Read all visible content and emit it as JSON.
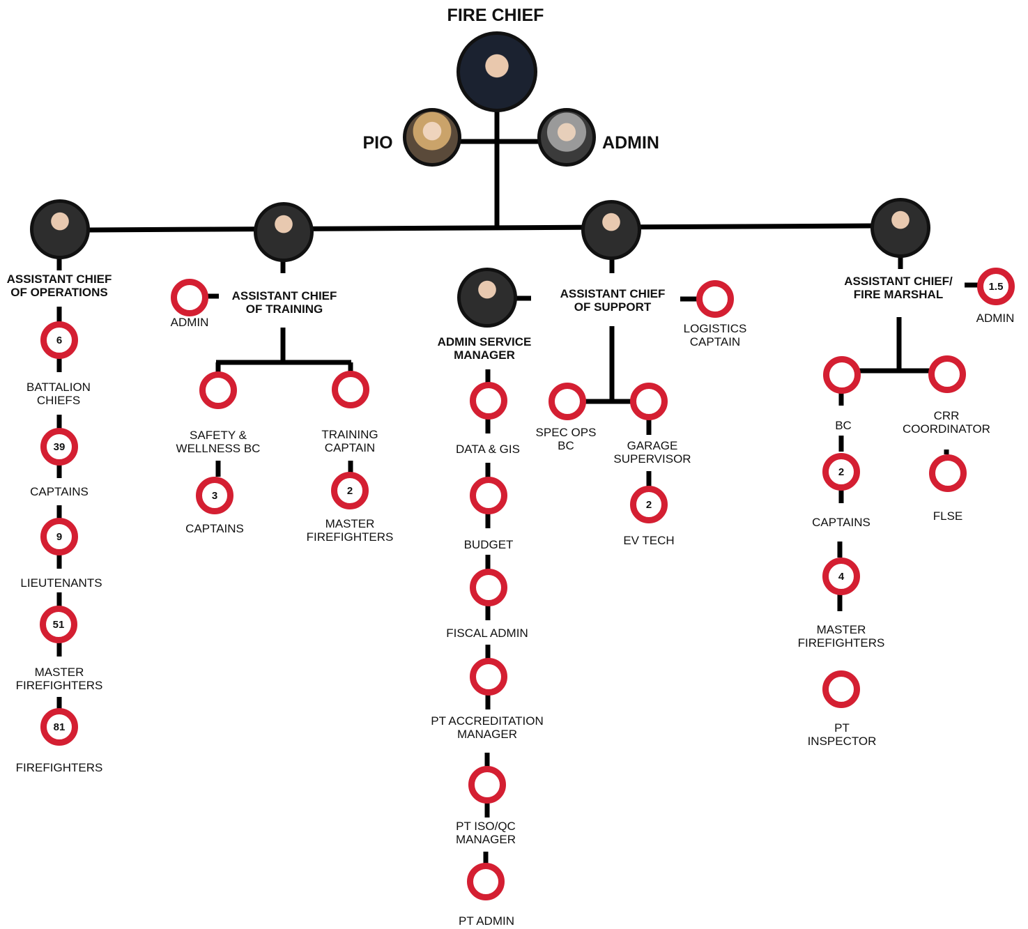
{
  "chief": {
    "title": "FIRE CHIEF"
  },
  "pio": {
    "label": "PIO"
  },
  "chief_admin": {
    "label": "ADMIN"
  },
  "ops": {
    "title_line1": "ASSISTANT CHIEF",
    "title_line2": "OF OPERATIONS",
    "units": [
      {
        "count": "6",
        "line1": "BATTALION",
        "line2": "CHIEFS"
      },
      {
        "count": "39",
        "line1": "CAPTAINS",
        "line2": ""
      },
      {
        "count": "9",
        "line1": "LIEUTENANTS",
        "line2": ""
      },
      {
        "count": "51",
        "line1": "MASTER",
        "line2": "FIREFIGHTERS"
      },
      {
        "count": "81",
        "line1": "FIREFIGHTERS",
        "line2": ""
      }
    ]
  },
  "training": {
    "title_line1": "ASSISTANT CHIEF",
    "title_line2": "OF TRAINING",
    "admin_label": "ADMIN",
    "safety_line1": "SAFETY &",
    "safety_line2": "WELLNESS BC",
    "safety_count": "3",
    "safety_sub": "CAPTAINS",
    "captain_line1": "TRAINING",
    "captain_line2": "CAPTAIN",
    "captain_count": "2",
    "captain_sub_line1": "MASTER",
    "captain_sub_line2": "FIREFIGHTERS"
  },
  "admin_services": {
    "title_line1": "ADMIN SERVICE",
    "title_line2": "MANAGER",
    "roles": [
      {
        "line1": "DATA & GIS",
        "line2": ""
      },
      {
        "line1": "BUDGET",
        "line2": ""
      },
      {
        "line1": "FISCAL ADMIN",
        "line2": ""
      },
      {
        "line1": "PT ACCREDITATION",
        "line2": "MANAGER"
      },
      {
        "line1": "PT ISO/QC",
        "line2": "MANAGER"
      },
      {
        "line1": "PT ADMIN",
        "line2": ""
      }
    ]
  },
  "support": {
    "title_line1": "ASSISTANT CHIEF",
    "title_line2": "OF SUPPORT",
    "logistics_line1": "LOGISTICS",
    "logistics_line2": "CAPTAIN",
    "specops_line1": "SPEC OPS",
    "specops_line2": "BC",
    "garage_line1": "GARAGE",
    "garage_line2": "SUPERVISOR",
    "ev_count": "2",
    "ev_label": "EV TECH"
  },
  "marshal": {
    "title_line1": "ASSISTANT CHIEF/",
    "title_line2": "FIRE MARSHAL",
    "admin_count": "1.5",
    "admin_label": "ADMIN",
    "bc_label": "BC",
    "captains_count": "2",
    "captains_label": "CAPTAINS",
    "mff_count": "4",
    "mff_line1": "MASTER",
    "mff_line2": "FIREFIGHTERS",
    "inspector_line1": "PT",
    "inspector_line2": "INSPECTOR",
    "crr_line1": "CRR",
    "crr_line2": "COORDINATOR",
    "flse_label": "FLSE"
  },
  "colors": {
    "ring": "#d41f32",
    "line": "#000000"
  }
}
